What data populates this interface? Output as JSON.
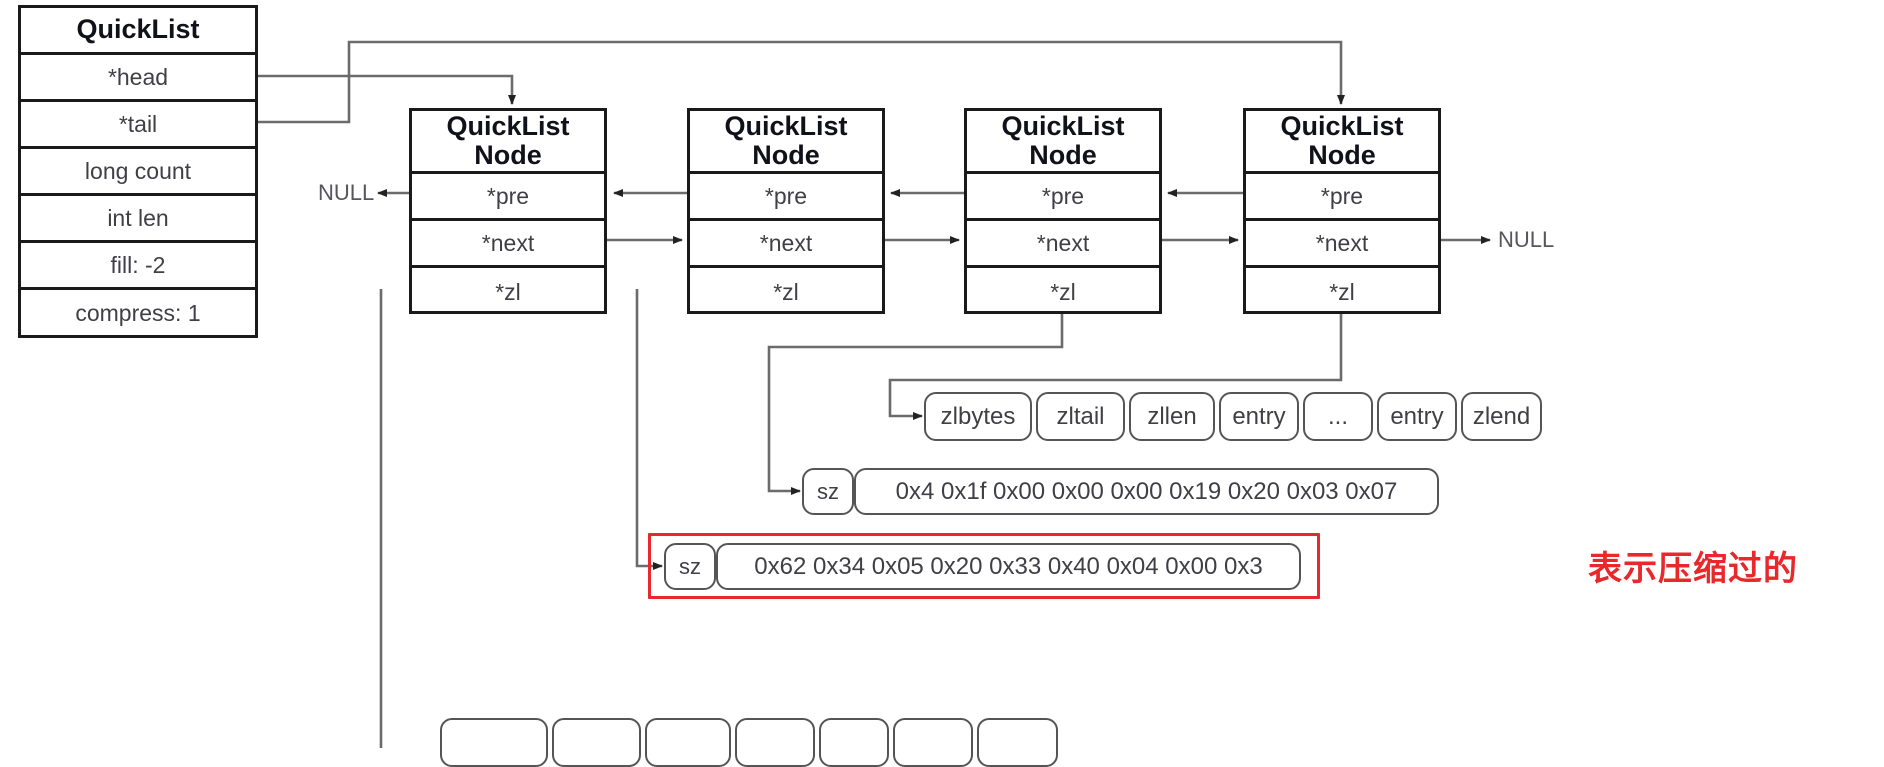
{
  "diagram": {
    "title": "Redis QuickList structure",
    "colors": {
      "stroke": "#1a1a1a",
      "wire": "#6b6b6b",
      "text": "#3f3f46",
      "accent_red": "#e8282a",
      "rounded_stroke": "#555555",
      "background": "#ffffff"
    }
  },
  "quicklist": {
    "title": "QuickList",
    "fields": [
      {
        "label": "*head"
      },
      {
        "label": "*tail"
      },
      {
        "label": "long count"
      },
      {
        "label": "int len"
      },
      {
        "label": "fill: -2"
      },
      {
        "label": "compress: 1"
      }
    ]
  },
  "nodes": [
    {
      "title_line1": "QuickList",
      "title_line2": "Node",
      "fields": [
        "*pre",
        "*next",
        "*zl"
      ]
    },
    {
      "title_line1": "QuickList",
      "title_line2": "Node",
      "fields": [
        "*pre",
        "*next",
        "*zl"
      ]
    },
    {
      "title_line1": "QuickList",
      "title_line2": "Node",
      "fields": [
        "*pre",
        "*next",
        "*zl"
      ]
    },
    {
      "title_line1": "QuickList",
      "title_line2": "Node",
      "fields": [
        "*pre",
        "*next",
        "*zl"
      ]
    }
  ],
  "null_labels": {
    "left": "NULL",
    "right": "NULL"
  },
  "ziplist": {
    "cells": [
      "zlbytes",
      "zltail",
      "zllen",
      "entry",
      "...",
      "entry",
      "zlend"
    ]
  },
  "lzf_blocks": [
    {
      "sz_label": "sz",
      "bytes": "0x4 0x1f 0x00 0x00 0x00 0x19 0x20 0x03 0x07",
      "highlighted": false
    },
    {
      "sz_label": "sz",
      "bytes": "0x62 0x34 0x05 0x20 0x33 0x40 0x04 0x00 0x3",
      "highlighted": true
    }
  ],
  "annotation": {
    "text": "表示压缩过的",
    "color": "#e8282a"
  },
  "bottom_partial": {
    "cells": [
      "",
      "",
      "",
      "",
      "",
      "",
      ""
    ]
  }
}
